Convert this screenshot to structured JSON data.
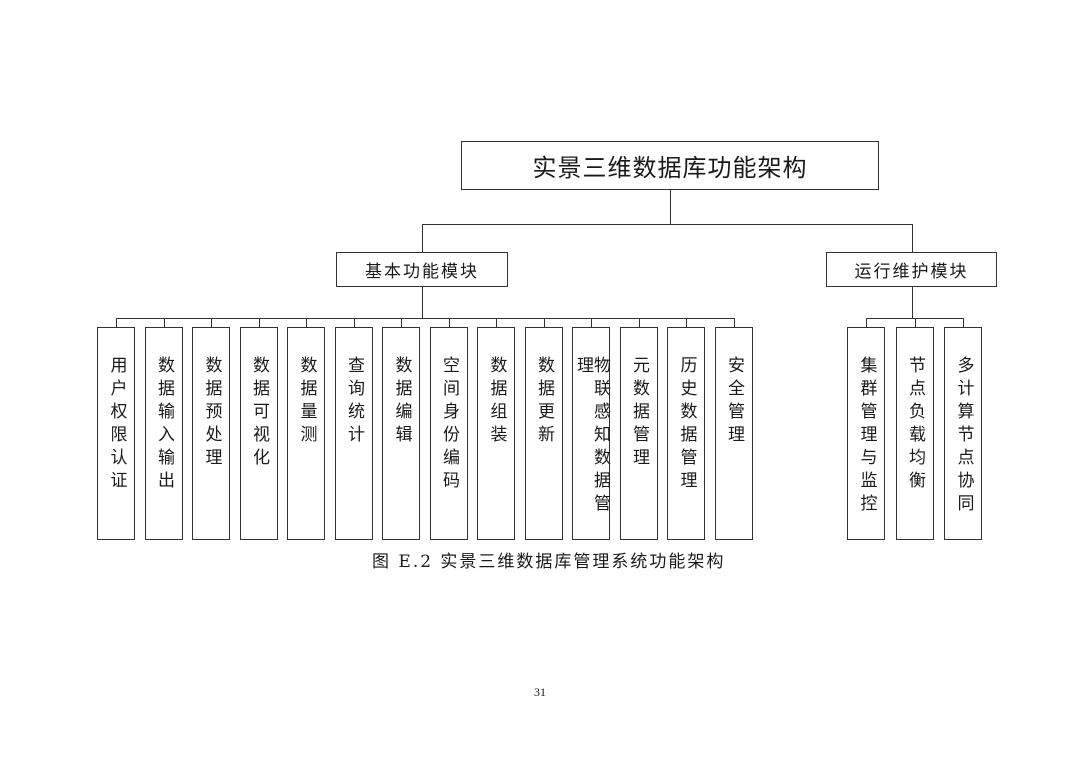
{
  "diagram": {
    "root": {
      "label": "实景三维数据库功能架构"
    },
    "modules": [
      {
        "label": "基本功能模块",
        "items": [
          {
            "label": "用户权限认证"
          },
          {
            "label": "数据输入输出"
          },
          {
            "label": "数据预处理"
          },
          {
            "label": "数据可视化"
          },
          {
            "label": "数据量测"
          },
          {
            "label": "查询统计"
          },
          {
            "label": "数据编辑"
          },
          {
            "label": "空间身份编码"
          },
          {
            "label": "数据组装"
          },
          {
            "label": "数据更新"
          },
          {
            "label": "物联感知数据管理"
          },
          {
            "label": "元数据管理"
          },
          {
            "label": "历史数据管理"
          },
          {
            "label": "安全管理"
          }
        ]
      },
      {
        "label": "运行维护模块",
        "items": [
          {
            "label": "集群管理与监控"
          },
          {
            "label": "节点负载均衡"
          },
          {
            "label": "多计算节点协同"
          }
        ]
      }
    ],
    "caption": "图 E.2  实景三维数据库管理系统功能架构"
  },
  "page": {
    "number": "31"
  }
}
